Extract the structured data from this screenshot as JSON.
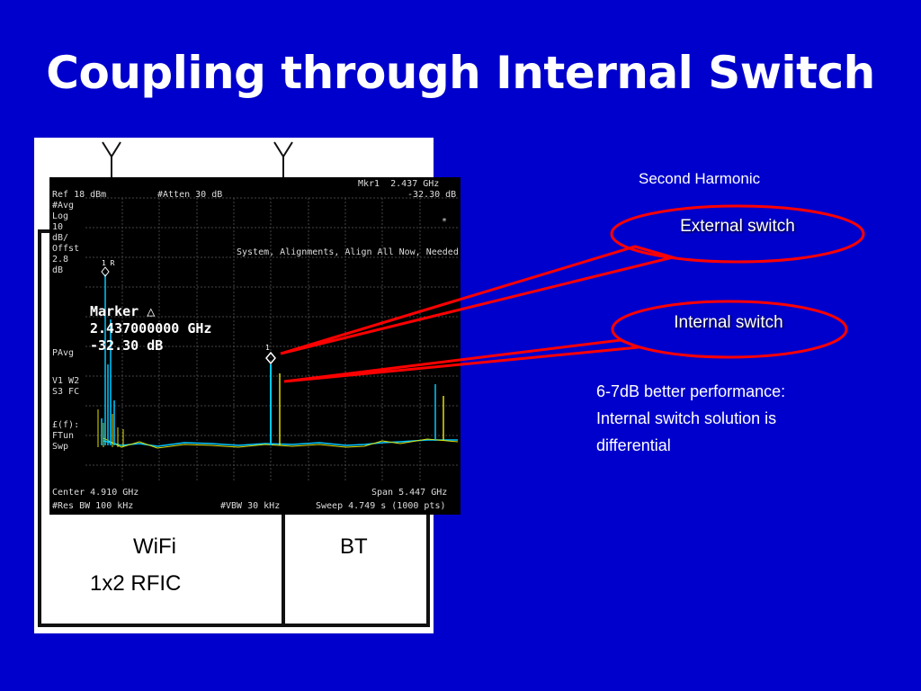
{
  "slide": {
    "title": "Coupling through Internal Switch",
    "colors": {
      "background": "#0000cc",
      "callout_outline": "#ff0000",
      "trace_primary": "#00c8ff",
      "trace_secondary": "#e0e000"
    }
  },
  "diagram": {
    "wifi_label": "WiFi",
    "rfic_label": "1x2 RFIC",
    "bt_label": "BT",
    "antenna_icon": "antenna-icon"
  },
  "analyzer": {
    "ref_level": "Ref 18 dBm",
    "atten": "#Atten 30 dB",
    "marker_readout": "Mkr1  2.437 GHz",
    "marker_level": "-32.30 dB",
    "side": [
      "#Avg",
      "Log",
      "10",
      "dB/",
      "Offst",
      "2.8",
      "dB"
    ],
    "side_lower": [
      "PAvg"
    ],
    "side_v1": [
      "V1  W2",
      "S3  FC"
    ],
    "side_f": [
      "£(f):",
      "FTun",
      "Swp"
    ],
    "asterisk": "*",
    "status_message": "System, Alignments, Align All Now, Needed",
    "marker_title": "Marker △",
    "marker_freq": "2.437000000 GHz",
    "marker_value": "-32.30 dB",
    "marker_flag_1r": "1 R",
    "marker_flag_1": "1",
    "center": "Center 4.910 GHz",
    "span": "Span 5.447 GHz",
    "res_bw": "#Res BW 100 kHz",
    "vbw": "#VBW 30 kHz",
    "sweep": "Sweep 4.749 s (1000 pts)"
  },
  "annotations": {
    "heading": "Second Harmonic",
    "external_switch": "External switch",
    "internal_switch": "Internal switch",
    "note_line1": "6-7dB better performance:",
    "note_line2": "Internal switch solution is",
    "note_line3": "differential"
  }
}
